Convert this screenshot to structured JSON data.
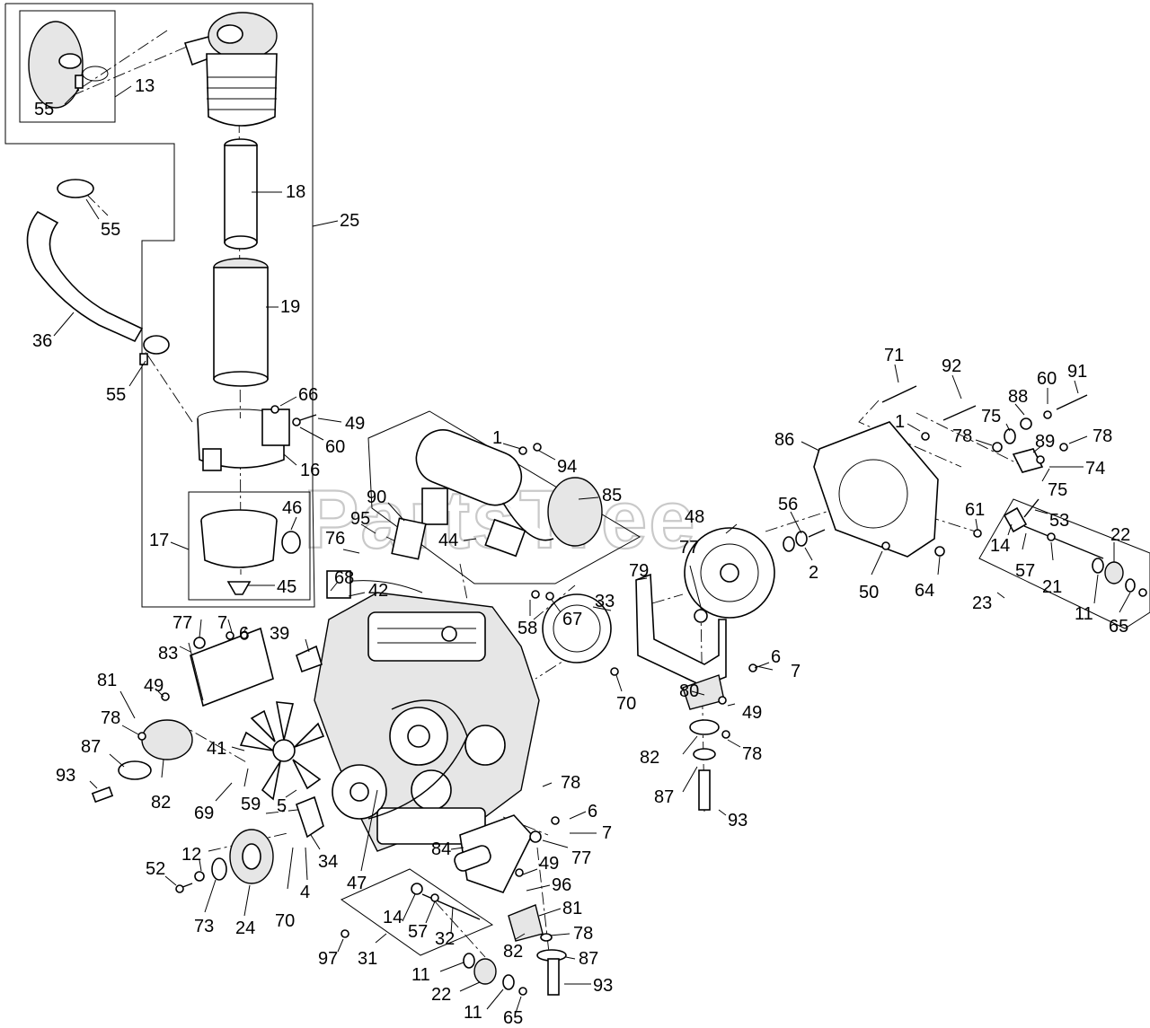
{
  "watermark": {
    "text": "PartsTree",
    "trademark": "™"
  },
  "callouts": {
    "c13": "13",
    "c55a": "55",
    "c55b": "55",
    "c55c": "55",
    "c18": "18",
    "c25": "25",
    "c36": "36",
    "c19": "19",
    "c66": "66",
    "c49a": "49",
    "c60a": "60",
    "c16": "16",
    "c17": "17",
    "c46": "46",
    "c45": "45",
    "c90": "90",
    "c95": "95",
    "c76": "76",
    "c68": "68",
    "c42": "42",
    "c1a": "1",
    "c94": "94",
    "c85": "85",
    "c44": "44",
    "c58": "58",
    "c67": "67",
    "c33": "33",
    "c70a": "70",
    "c77a": "77",
    "c79": "79",
    "c48": "48",
    "c56": "56",
    "c2": "2",
    "c6a": "6",
    "c7a": "7",
    "c80": "80",
    "c49b": "49",
    "c82a": "82",
    "c78a": "78",
    "c87a": "87",
    "c93a": "93",
    "c71": "71",
    "c92": "92",
    "c1b": "1",
    "c88": "88",
    "c60b": "60",
    "c91": "91",
    "c75a": "75",
    "c78b": "78",
    "c89": "89",
    "c78c": "78",
    "c74": "74",
    "c75b": "75",
    "c86": "86",
    "c61": "61",
    "c53": "53",
    "c14a": "14",
    "c57a": "57",
    "c21": "21",
    "c22a": "22",
    "c23": "23",
    "c11a": "11",
    "c65a": "65",
    "c50": "50",
    "c64": "64",
    "c77b": "77",
    "c7b": "7",
    "c6b": "6",
    "c83": "83",
    "c39": "39",
    "c81a": "81",
    "c49c": "49",
    "c78d": "78",
    "c87b": "87",
    "c82b": "82",
    "c93b": "93",
    "c41": "41",
    "c69": "69",
    "c59": "59",
    "c5": "5",
    "c78e": "78",
    "c6c": "6",
    "c7c": "7",
    "c77c": "77",
    "c84": "84",
    "c49d": "49",
    "c96": "96",
    "c81b": "81",
    "c78f": "78",
    "c87c": "87",
    "c82c": "82",
    "c93c": "93",
    "c12": "12",
    "c52": "52",
    "c73": "73",
    "c24": "24",
    "c70b": "70",
    "c4": "4",
    "c34": "34",
    "c47": "47",
    "c14b": "14",
    "c57b": "57",
    "c32": "32",
    "c31": "31",
    "c97": "97",
    "c11b": "11",
    "c22b": "22",
    "c11c": "11",
    "c65b": "65"
  }
}
